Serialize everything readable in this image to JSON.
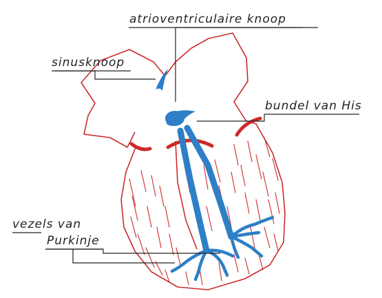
{
  "labels": {
    "av_node": "atrioventriculaire knoop",
    "sa_node": "sinusknoop",
    "his_bundle": "bundel van His",
    "purkinje_line1": "vezels van",
    "purkinje_line2": "Purkinje"
  },
  "colors": {
    "outline": "#cc2a2a",
    "conduction": "#2d7fc6",
    "ink": "#222222",
    "background": "#ffffff"
  }
}
